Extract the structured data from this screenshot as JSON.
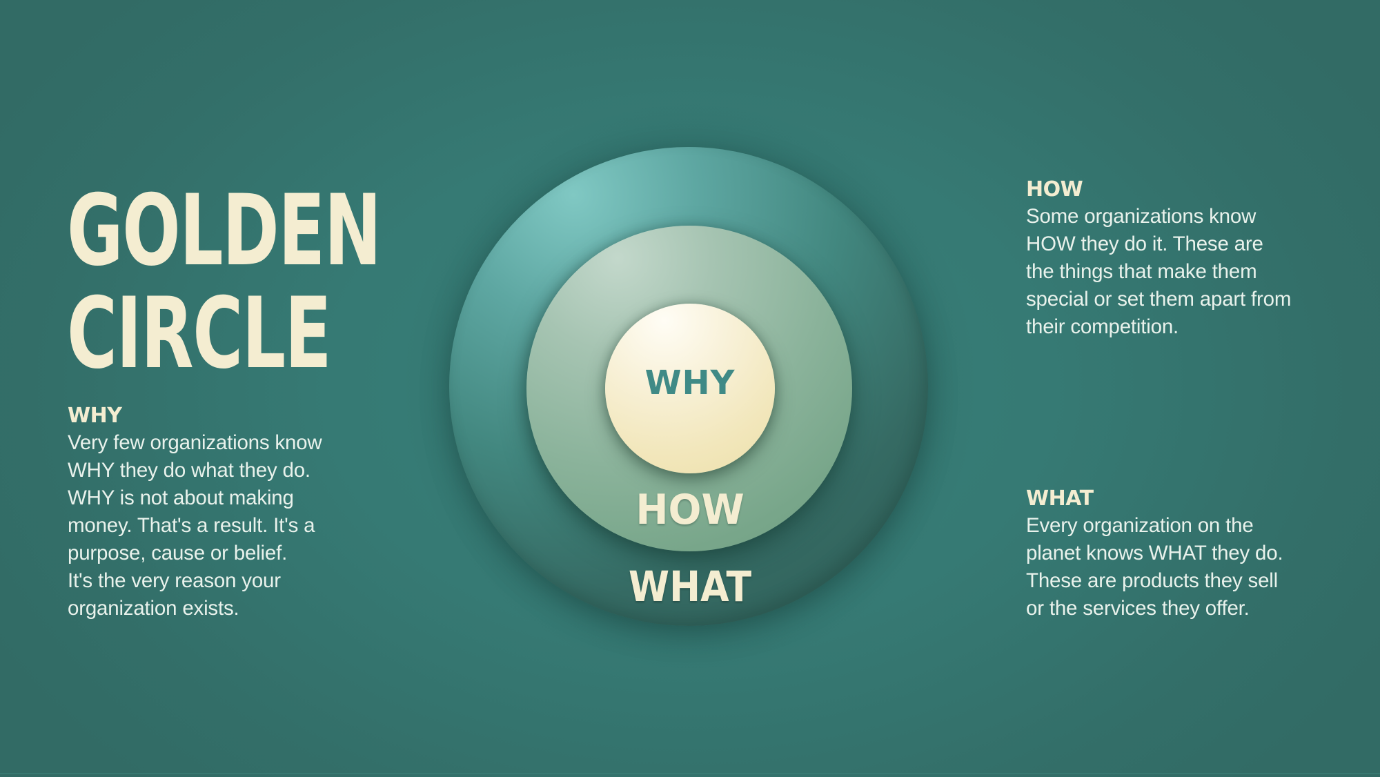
{
  "title": {
    "line1": "GOLDEN",
    "line2": "CIRCLE"
  },
  "diagram": {
    "inner_label": "WHY",
    "middle_label": "HOW",
    "outer_label": "WHAT"
  },
  "sections": {
    "why": {
      "heading": "WHY",
      "lines": [
        "Very few organizations know",
        "WHY they do what they do.",
        "WHY is not about making",
        "money. That's a result. It's a",
        "purpose, cause or belief.",
        "It's the very reason your",
        "organization exists."
      ]
    },
    "how": {
      "heading": "HOW",
      "lines": [
        "Some organizations know",
        "HOW they do it. These are",
        "the things that make them",
        "special or set them apart from",
        "their competition."
      ]
    },
    "what": {
      "heading": "WHAT",
      "lines": [
        "Every organization on the",
        "planet knows WHAT they do.",
        "These are products they sell",
        "or the services they offer."
      ]
    }
  },
  "colors": {
    "background": "#336f69",
    "accent_cream": "#f4edd1",
    "body_text": "#e9f2ec",
    "outer_circle": "#42877f",
    "middle_circle": "#8bb39b",
    "inner_circle": "#f2e7bc",
    "why_label": "#3f8a86"
  }
}
